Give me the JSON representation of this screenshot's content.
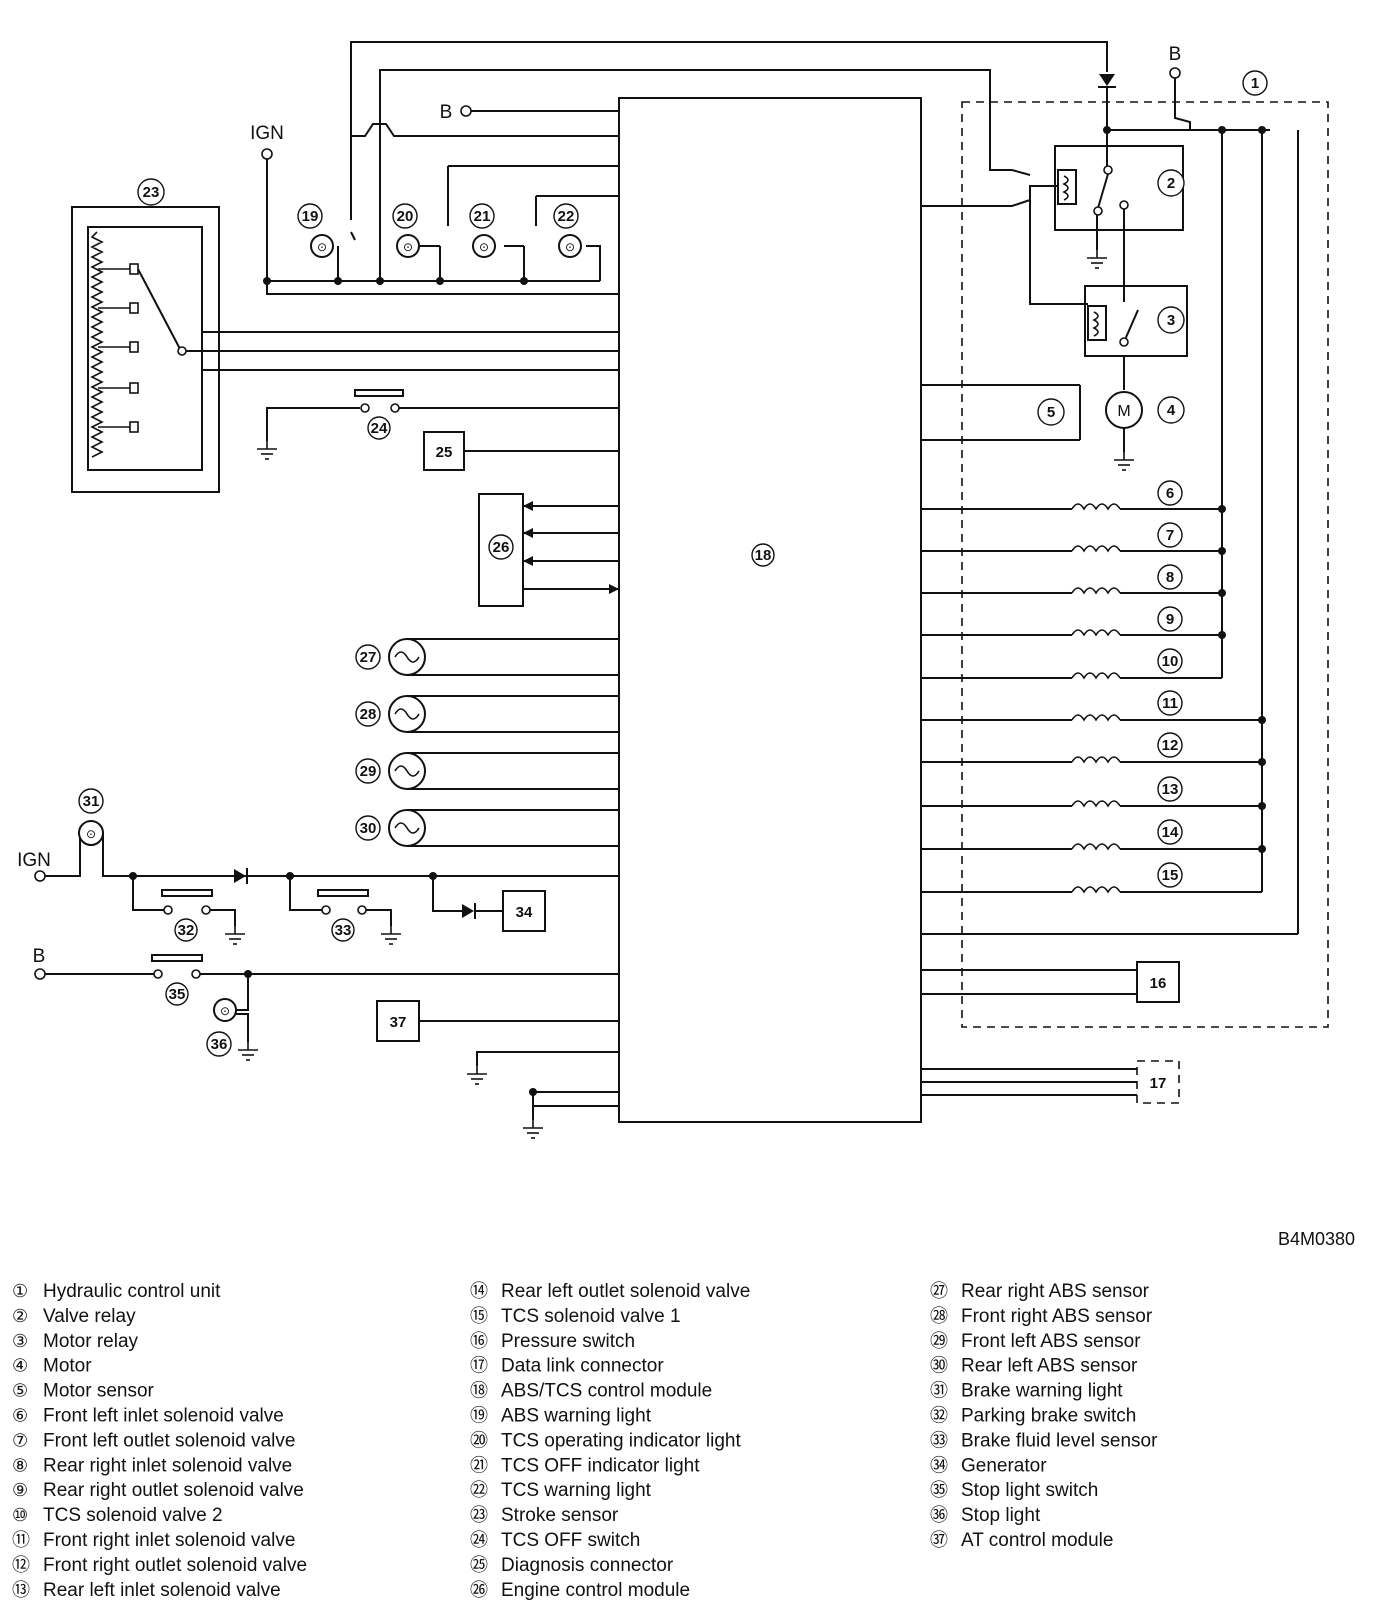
{
  "diagram": {
    "code": "B4M0380",
    "supply_labels": {
      "ign_top": "IGN",
      "ign_left": "IGN",
      "b_top_center": "B",
      "b_top_right": "B",
      "b_left": "B"
    },
    "legend": {
      "col1": [
        {
          "n": "①",
          "label": "Hydraulic control unit"
        },
        {
          "n": "②",
          "label": "Valve relay"
        },
        {
          "n": "③",
          "label": "Motor relay"
        },
        {
          "n": "④",
          "label": "Motor"
        },
        {
          "n": "⑤",
          "label": "Motor sensor"
        },
        {
          "n": "⑥",
          "label": "Front left inlet solenoid valve"
        },
        {
          "n": "⑦",
          "label": "Front left outlet solenoid valve"
        },
        {
          "n": "⑧",
          "label": "Rear right inlet solenoid valve"
        },
        {
          "n": "⑨",
          "label": "Rear right outlet solenoid valve"
        },
        {
          "n": "⑩",
          "label": "TCS solenoid valve 2"
        },
        {
          "n": "⑪",
          "label": "Front right inlet solenoid valve"
        },
        {
          "n": "⑫",
          "label": "Front right outlet solenoid valve"
        },
        {
          "n": "⑬",
          "label": "Rear left inlet solenoid valve"
        }
      ],
      "col2": [
        {
          "n": "⑭",
          "label": "Rear left outlet solenoid valve"
        },
        {
          "n": "⑮",
          "label": "TCS solenoid valve 1"
        },
        {
          "n": "⑯",
          "label": "Pressure switch"
        },
        {
          "n": "⑰",
          "label": "Data link connector"
        },
        {
          "n": "⑱",
          "label": "ABS/TCS control module"
        },
        {
          "n": "⑲",
          "label": "ABS warning light"
        },
        {
          "n": "⑳",
          "label": "TCS operating indicator light"
        },
        {
          "n": "㉑",
          "label": "TCS OFF indicator light"
        },
        {
          "n": "㉒",
          "label": "TCS warning light"
        },
        {
          "n": "㉓",
          "label": "Stroke sensor"
        },
        {
          "n": "㉔",
          "label": "TCS OFF switch"
        },
        {
          "n": "㉕",
          "label": "Diagnosis connector"
        },
        {
          "n": "㉖",
          "label": "Engine control module"
        }
      ],
      "col3": [
        {
          "n": "㉗",
          "label": "Rear right ABS sensor"
        },
        {
          "n": "㉘",
          "label": "Front right ABS sensor"
        },
        {
          "n": "㉙",
          "label": "Front left ABS sensor"
        },
        {
          "n": "㉚",
          "label": "Rear left ABS sensor"
        },
        {
          "n": "㉛",
          "label": "Brake warning light"
        },
        {
          "n": "㉜",
          "label": "Parking brake switch"
        },
        {
          "n": "㉝",
          "label": "Brake fluid level sensor"
        },
        {
          "n": "㉞",
          "label": "Generator"
        },
        {
          "n": "㉟",
          "label": "Stop light switch"
        },
        {
          "n": "㊱",
          "label": "Stop light"
        },
        {
          "n": "㊲",
          "label": "AT control module"
        }
      ]
    },
    "component_numbers": {
      "hcu": "1",
      "valve_relay": "2",
      "motor_relay": "3",
      "motor": "4",
      "motor_sensor": "5",
      "sol6": "6",
      "sol7": "7",
      "sol8": "8",
      "sol9": "9",
      "sol10": "10",
      "sol11": "11",
      "sol12": "12",
      "sol13": "13",
      "sol14": "14",
      "sol15": "15",
      "pressure_switch": "16",
      "dlc": "17",
      "module": "18",
      "lamp19": "19",
      "lamp20": "20",
      "lamp21": "21",
      "lamp22": "22",
      "stroke_sensor": "23",
      "tcs_off_switch": "24",
      "diag_conn": "25",
      "ecm": "26",
      "abs27": "27",
      "abs28": "28",
      "abs29": "29",
      "abs30": "30",
      "brake_warn": "31",
      "park_sw": "32",
      "fluid_sensor": "33",
      "generator": "34",
      "stop_sw": "35",
      "stop_light": "36",
      "at_module": "37"
    }
  }
}
